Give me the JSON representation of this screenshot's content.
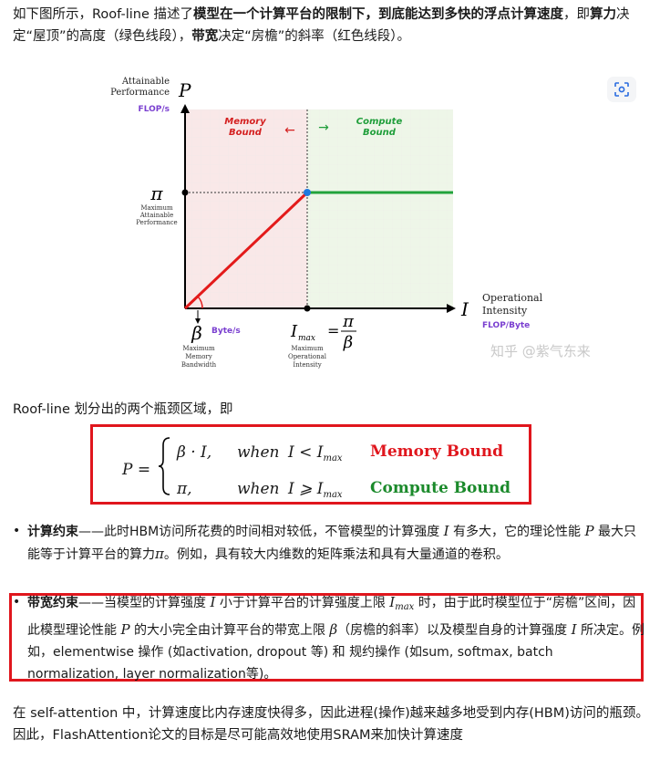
{
  "intro": {
    "t1": "如下图所示，Roof-line 描述了",
    "b1": "模型在一个计算平台的限制下，到底能达到多快的浮点计算速度",
    "t2": "，即",
    "b2": "算力",
    "t3": "决定“屋顶”的高度（绿色线段），",
    "b3": "带宽",
    "t4": "决定“房檐”的斜率（红色线段）。"
  },
  "figure": {
    "ylabel_line1": "Attainable",
    "ylabel_line2": "Performance",
    "ylabel_symbol": "P",
    "ylabel_unit": "FLOP/s",
    "memory_bound_label_1": "Memory",
    "memory_bound_label_2": "Bound",
    "compute_bound_label_1": "Compute",
    "compute_bound_label_2": "Bound",
    "arrow_left": "←",
    "arrow_right": "→",
    "pi_symbol": "π",
    "pi_desc_1": "Maximum",
    "pi_desc_2": "Attainable",
    "pi_desc_3": "Performance",
    "xlabel_symbol": "I",
    "xlabel_line1": "Operational",
    "xlabel_line2": "Intensity",
    "xlabel_unit": "FLOP/Byte",
    "beta_symbol": "β",
    "beta_unit": "Byte/s",
    "beta_desc_1": "Maximum",
    "beta_desc_2": "Memory",
    "beta_desc_3": "Bandwidth",
    "imax_symbol": "I",
    "imax_sub": "max",
    "imax_eq": "=",
    "imax_num": "π",
    "imax_den": "β",
    "imax_desc_1": "Maximum",
    "imax_desc_2": "Operational",
    "imax_desc_3": "Intensity",
    "watermark": "知乎 @紫气东来",
    "colors": {
      "memory_bg": "#f9e8e8",
      "compute_bg": "#eef6e8",
      "memory_line": "#e31b1b",
      "compute_line": "#22a33c",
      "memory_label": "#d42020",
      "compute_label": "#1f9e3a",
      "unit": "#7a3fd0",
      "point": "#1e7ae0"
    }
  },
  "region": {
    "text": "Roof-line 划分出的两个瓶颈区域，即"
  },
  "formula": {
    "lhs": "P =",
    "row1_expr": "β · I,",
    "row1_when": "when",
    "row1_cond": "I < I",
    "row1_sub": "max",
    "row1_label": "Memory Bound",
    "row2_expr": "π,",
    "row2_when": "when",
    "row2_cond": "I ⩾ I",
    "row2_sub": "max",
    "row2_label": "Compute Bound"
  },
  "bullet1": {
    "bold": "计算约束",
    "t1": "——此时HBM访问所花费的时间相对较低，不管模型的计算强度 ",
    "m1": "I",
    "t2": " 有多大，它的理论性能 ",
    "m2": "P",
    "t3": " 最大只能等于计算平台的算力",
    "m3": "π",
    "t4": "。例如，具有较大内维数的矩阵乘法和具有大量通道的卷积。"
  },
  "bullet2": {
    "bold": "带宽约束",
    "t1": "——当模型的计算强度 ",
    "m1": "I",
    "t2": " 小于计算平台的计算强度上限 ",
    "m2": "I",
    "m2sub": "max",
    "t3": " 时，由于此时模型位于“房檐”区间，因此模型理论性能 ",
    "m3": "P",
    "t4": " 的大小完全由计算平台的带宽上限 ",
    "m4": "β",
    "t5": "（房檐的斜率）以及模型自身的计算强度 ",
    "m5": "I",
    "t6": " 所决定。例如，elementwise 操作 (如activation, dropout 等) 和 规约操作 (如sum, softmax, batch normalization, layer normalization等)。"
  },
  "closing": {
    "text": "在 self-attention 中，计算速度比内存速度快得多，因此进程(操作)越来越多地受到内存(HBM)访问的瓶颈。因此，FlashAttention论文的目标是尽可能高效地使用SRAM来加快计算速度"
  }
}
